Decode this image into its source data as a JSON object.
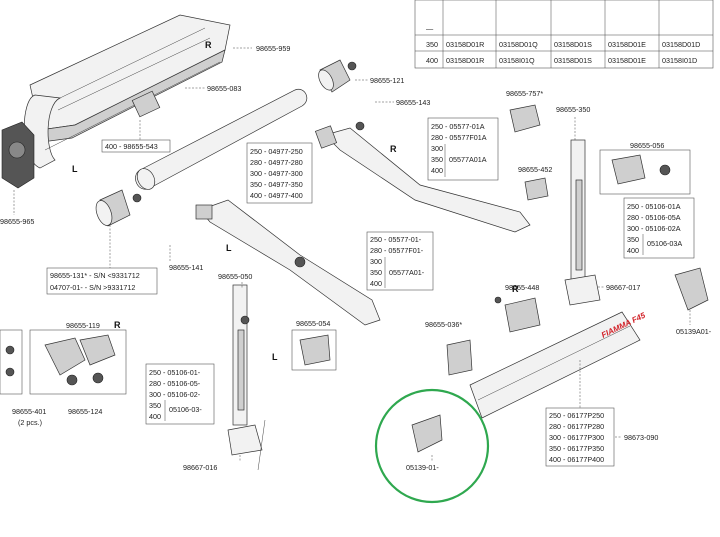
{
  "top_table": {
    "rows": [
      [
        "350",
        "03158D01R",
        "03158D01Q",
        "03158D01S",
        "03158D01E",
        "03158D01D"
      ],
      [
        "400",
        "03158D01R",
        "03158I01Q",
        "03158D01S",
        "03158D01E",
        "03158I01D"
      ]
    ]
  },
  "labels": {
    "p959": "98655-959",
    "p121": "98655-121",
    "p083": "98655-083",
    "p143": "98655-143",
    "p543": "400 - 98655-543",
    "p965": "98655-965",
    "p131a": "98655-131* - S/N <9331712",
    "p131b": "04707-01- - S/N >9331712",
    "p141": "98655-141",
    "p050": "98655-050",
    "p054": "98655-054",
    "p119": "98655-119",
    "p401": "98655-401",
    "p401b": "(2 pcs.)",
    "p124": "98655-124",
    "p016": "98667-016",
    "p757": "98655-757*",
    "p350": "98655-350",
    "p452": "98655-452",
    "p056": "98655-056",
    "p448": "98655-448",
    "p017": "98667-017",
    "p036": "98655-036*",
    "p13901": "05139-01-",
    "p139a": "05139A01-",
    "p090": "98673-090",
    "brand": "FIAMMA F45"
  },
  "side_labels": {
    "R_top": "R",
    "L_left": "L",
    "R_mid": "R",
    "L_mid": "L",
    "R_119": "R",
    "L_050": "L",
    "R_arm": "R",
    "L_arm": "L"
  },
  "tables": {
    "tube": [
      "250 - 04977-250",
      "280 - 04977-280",
      "300 - 04977-300",
      "350 - 04977-350",
      "400 - 04977-400"
    ],
    "arm_r": [
      "250 - 05577-01A",
      "280 - 05577F01A"
    ],
    "arm_r_group": [
      "300",
      "350",
      "400"
    ],
    "arm_r_code": "05577A01A",
    "arm_l": [
      "250 - 05577-01-",
      "280 - 05577F01-"
    ],
    "arm_l_group": [
      "300",
      "350",
      "400"
    ],
    "arm_l_code": "05577A01-",
    "leg_l": [
      "250 - 05106-01-",
      "280 - 05106-05-",
      "300 - 05106-02-"
    ],
    "leg_l_group": [
      "350",
      "400"
    ],
    "leg_l_code": "05106-03-",
    "leg_r": [
      "250 - 05106-01A",
      "280 - 05106-05A",
      "300 - 05106-02A"
    ],
    "leg_r_group": [
      "350",
      "400"
    ],
    "leg_r_code": "05106-03A",
    "front": [
      "250 - 06177P250",
      "280 - 06177P280",
      "300 - 06177P300",
      "350 - 06177P350",
      "400 - 06177P400"
    ]
  },
  "colors": {
    "highlight_circle": "#2fa84f",
    "brand_red": "#d21f26",
    "line": "#444444"
  }
}
